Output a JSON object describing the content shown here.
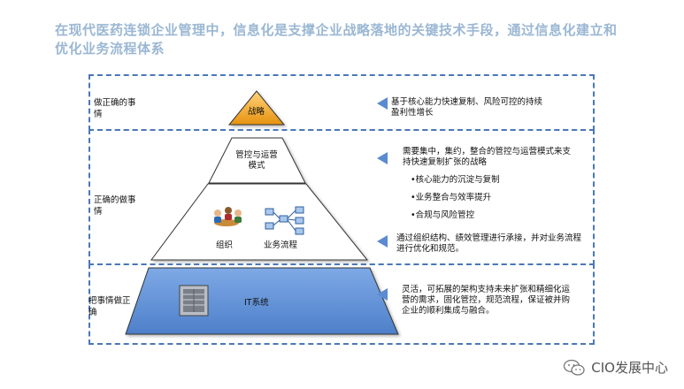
{
  "title": "在现代医药连锁企业管理中，信息化是支撑企业战略落地的关键技术手段，通过信息化建立和优化业务流程体系",
  "sections": {
    "top_left": "做正确的事情",
    "middle_left": "正确的做事情",
    "bottom_left": "把事情做正确"
  },
  "pyramid": {
    "apex": "战略",
    "level2": "管控与运营模式",
    "org": "组织",
    "process": "业务流程",
    "base": "IT系统"
  },
  "notes": {
    "strategy": "基于核心能力快速复制、风险可控的持续盈利性增长",
    "control": "需要集中，集约，整合的管控与运营模式来支持快速复制扩张的战略",
    "bullets": [
      "•核心能力的沉淀与复制",
      "•业务整合与效率提升",
      "•合规与风险管控"
    ],
    "org_process": "通过组织结构、绩效管理进行承接，并对业务流程进行优化和规范。",
    "it": "灵活，可拓展的架构支持未来扩张和精细化运营的需求，固化管控，规范流程，保证被并购企业的顺利集成与融合。"
  },
  "watermark": "CIO发展中心",
  "colors": {
    "title": "#9ab7d3",
    "apex_fill": "#f5a623",
    "base_fill": "#5e8fd6",
    "dash": "#4a78b8",
    "pointer": "#5b8bd0"
  }
}
